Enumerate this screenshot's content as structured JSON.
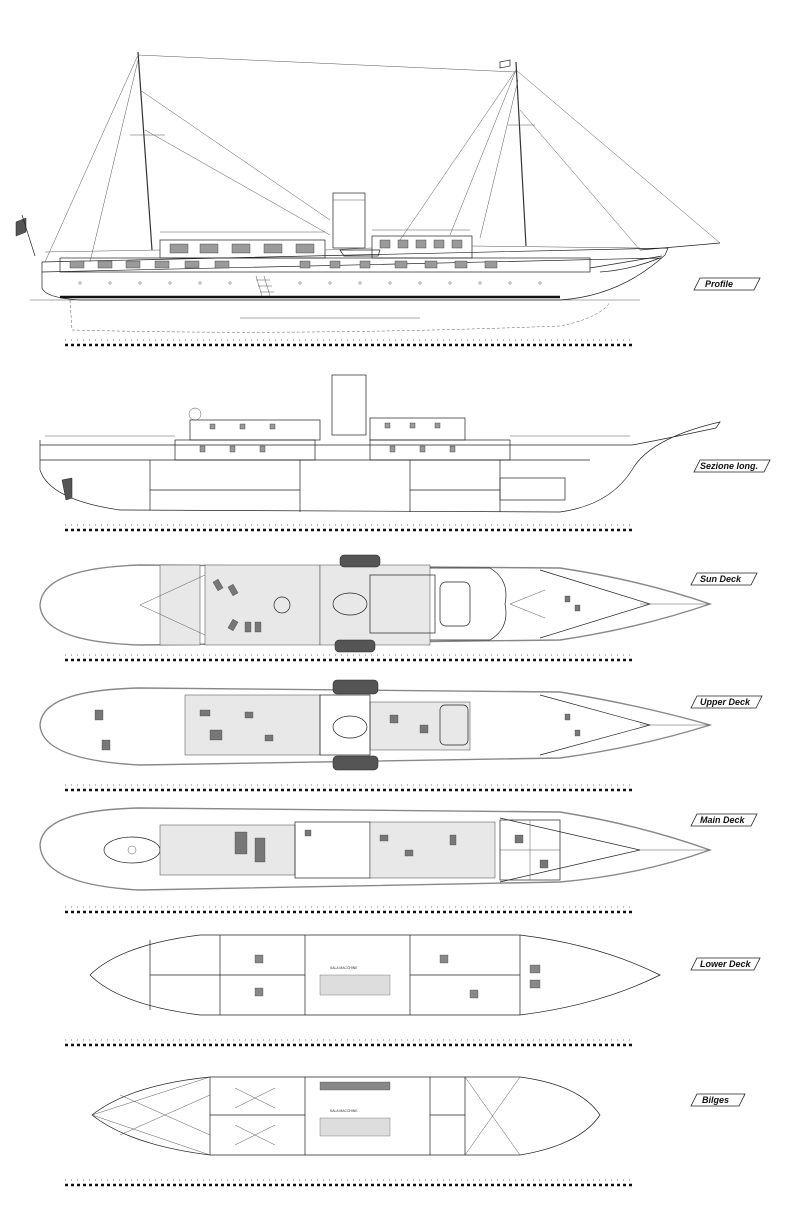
{
  "views": [
    {
      "id": "profile",
      "label": "Profile"
    },
    {
      "id": "section",
      "label": "Sezione long."
    },
    {
      "id": "sun",
      "label": "Sun Deck"
    },
    {
      "id": "upper",
      "label": "Upper Deck"
    },
    {
      "id": "main",
      "label": "Main Deck"
    },
    {
      "id": "lower",
      "label": "Lower Deck"
    },
    {
      "id": "bilges",
      "label": "Bilges"
    }
  ],
  "room_labels": {
    "engine_room": "SALA MACCHINE",
    "engine_room_bilge": "SALA MACCHINE"
  },
  "colors": {
    "ink": "#222222",
    "window": "#9a9a9a",
    "hull_outline": "#888888",
    "background": "#ffffff"
  }
}
